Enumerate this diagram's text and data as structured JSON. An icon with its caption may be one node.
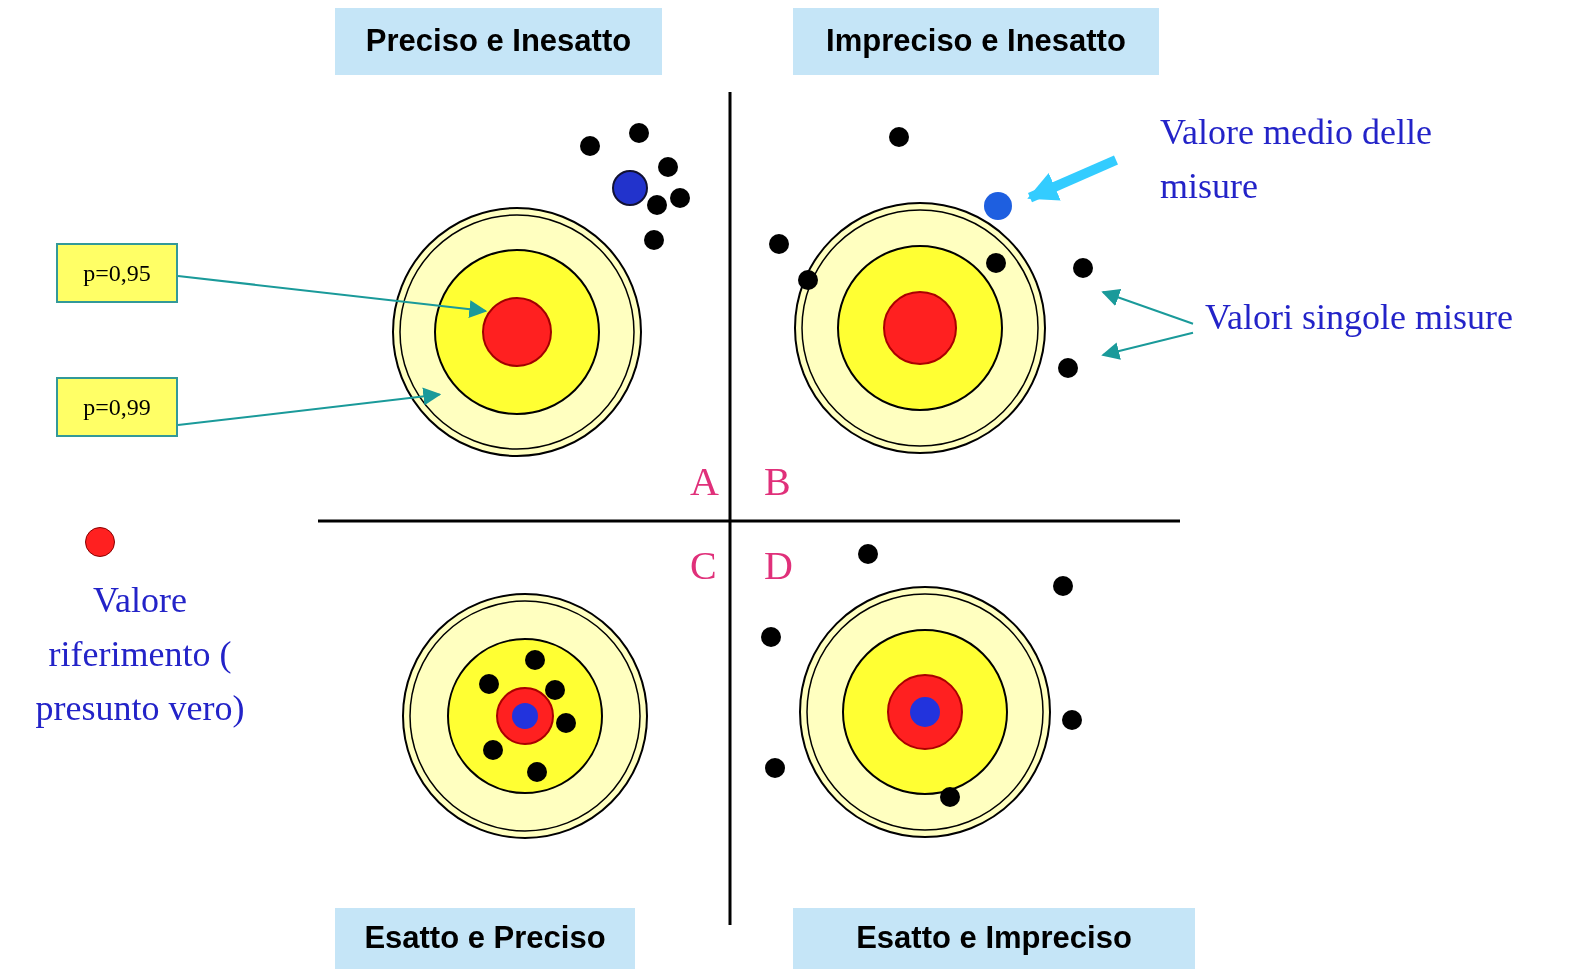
{
  "diagram": {
    "nodes": [
      {
        "text": [
          "Preciso e Inesatto"
        ]
      },
      {
        "text": [
          "Impreciso e Inesatto"
        ]
      },
      {
        "text": [
          "p=0,95"
        ]
      },
      {
        "text": [
          "p=0,99"
        ]
      },
      {
        "text": [],
        "shape": "circle"
      },
      {
        "text": [],
        "shape": "circle",
        "in": 4
      },
      {
        "text": [
          "Valore medio delle misure"
        ]
      },
      {
        "text": [],
        "shape": "circle"
      },
      {
        "text": [
          "Valori singole misure"
        ]
      },
      {
        "text": [],
        "shape": "circle"
      },
      {
        "text": [],
        "shape": "circle"
      },
      {
        "text": [
          "Esatto e Preciso"
        ]
      },
      {
        "text": [
          "Esatto e Impreciso"
        ]
      }
    ],
    "edges": [
      {
        "from": 2,
        "to": 5,
        "arrow": "to"
      },
      {
        "from": 3,
        "to": 4,
        "arrow": "to"
      },
      {
        "from": 6,
        "to": 7,
        "arrow": "to",
        "style": "thick",
        "color": "#33ccff"
      },
      {
        "from": 8,
        "to": 9,
        "arrow": "to"
      },
      {
        "from": 8,
        "to": 10,
        "arrow": "to"
      }
    ],
    "labels": [
      "A",
      "B",
      "C",
      "D"
    ],
    "legend": [
      {
        "text": "Valore riferimento ( presunto vero)",
        "color": "#ff2020"
      }
    ]
  }
}
